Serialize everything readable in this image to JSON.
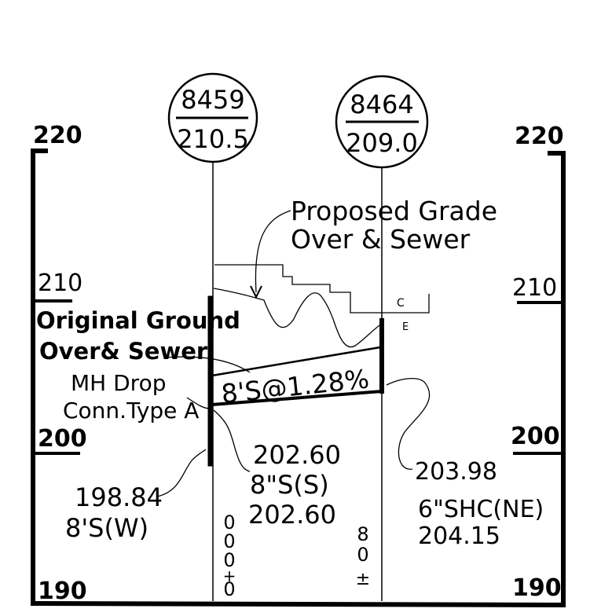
{
  "elevation_scale": {
    "left": {
      "top": "220",
      "mid_upper": "210",
      "mid_lower": "200",
      "bottom": "190"
    },
    "right": {
      "top": "220",
      "mid_upper": "210",
      "mid_lower": "200",
      "bottom": "190"
    }
  },
  "manholes": [
    {
      "number": "8459",
      "rim_elevation": "210.5"
    },
    {
      "number": "8464",
      "rim_elevation": "209.0"
    }
  ],
  "labels": {
    "proposed_grade_line1": "Proposed Grade",
    "proposed_grade_line2": "Over & Sewer",
    "original_ground_line1": "Original Ground",
    "original_ground_line2": "Over& Sewer",
    "mh_drop_line1": "MH Drop",
    "mh_drop_line2": "Conn.Type A",
    "pipe_slope": "8'S@1.28%",
    "c_mark": "C",
    "e_mark": "E"
  },
  "inverts": {
    "left_inlet_elev": "198.84",
    "left_inlet_pipe": "8'S(W)",
    "mid_elev_1": "202.60",
    "mid_pipe": "8\"S(S)",
    "mid_elev_2": "202.60",
    "right_inv_elev": "203.98",
    "right_pipe": "6\"SHC(NE)",
    "right_elev_2": "204.15"
  },
  "stations": {
    "left": {
      "digits": [
        "0",
        "0",
        "0"
      ],
      "sign": "+",
      "last": "0"
    },
    "right": {
      "digits": [
        "8",
        "0"
      ],
      "sign": "±"
    }
  },
  "colors": {
    "ink": "#000000",
    "paper": "#ffffff"
  }
}
